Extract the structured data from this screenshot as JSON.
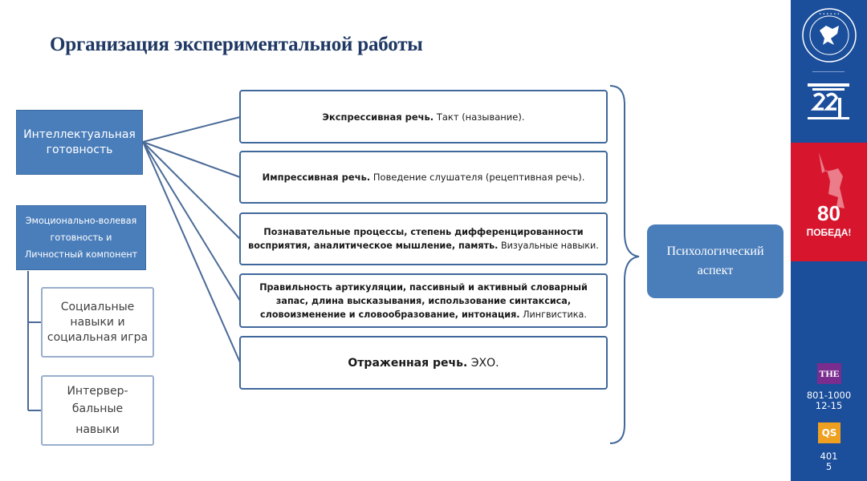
{
  "title": "Организация экспериментальной работы",
  "left": {
    "intellectual": "Интеллектуальная готовность",
    "emotional_line1": "Эмоционально-волевая готовность и",
    "emotional_line2": "Личностный компонент",
    "social": "Социальные навыки и социальная игра",
    "interverbal_line1": "Интервер-бальные",
    "interverbal_line2": "навыки"
  },
  "center": [
    {
      "bold": "Экспрессивная речь.",
      "text": " Такт (называние)."
    },
    {
      "bold": "Импрессивная речь.",
      "text": " Поведение слушателя (рецептивная речь)."
    },
    {
      "bold": "Познавательные процессы, степень дифференцированности восприятия, аналитическое мышление, память.",
      "text": " Визуальные навыки."
    },
    {
      "bold": "Правильность артикуляции, пассивный и активный словарный запас, длина высказывания, использование синтаксиса, словоизменение и словообразование, интонация.",
      "text": " Лингвистика."
    },
    {
      "bold": "Отраженная речь.",
      "text": " ЭХО."
    }
  ],
  "aspect": "Психологический аспект",
  "sidebar": {
    "university_logo": "kfu-emblem-icon",
    "crest_logo": "220-years-crest-icon",
    "victory": {
      "number": "80",
      "word": "ПОБЕДА!"
    },
    "the_rank": "801-1000",
    "the_rank_sub": "12-15",
    "the_logo": "THE",
    "qs_logo": "QS",
    "qs_rank": "401",
    "qs_rank_sub": "5"
  },
  "colors": {
    "title": "#1f3864",
    "blue_box": "#4a7ebb",
    "border": "#41689b",
    "sidebar": "#1b4e9b",
    "red": "#d7162e"
  }
}
